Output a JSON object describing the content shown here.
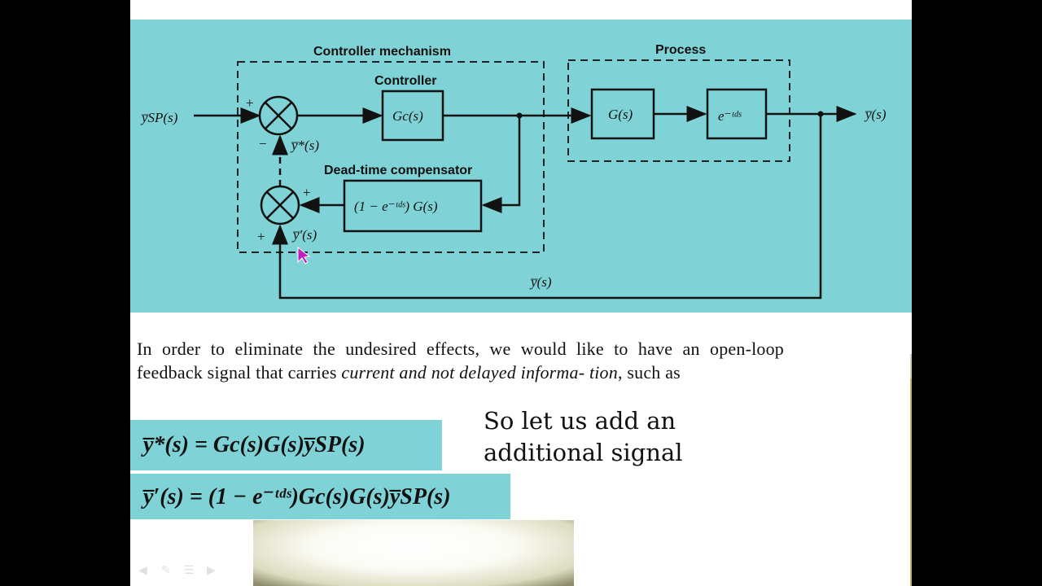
{
  "diagram": {
    "labels": {
      "controller_mechanism": "Controller mechanism",
      "process": "Process",
      "controller": "Controller",
      "dead_time_compensator": "Dead-time compensator"
    },
    "signals": {
      "input": "y̅SP(s)",
      "output": "y̅(s)",
      "feedback": "y̅(s)",
      "y_star": "y̅*(s)",
      "y_prime": "y̅′(s)"
    },
    "blocks": {
      "gc": "Gc(s)",
      "g": "G(s)",
      "delay": "e⁻ᵗᵈˢ",
      "compensator": "(1 − e⁻ᵗᵈˢ) G(s)"
    },
    "signs": {
      "plus": "+",
      "minus": "−"
    }
  },
  "paragraph": {
    "line1": "In order to eliminate the undesired effects, we would like to have an",
    "line2_start": "open-loop feedback signal that carries ",
    "emphasis": "current and not delayed informa-",
    "line3_emph": "tion",
    "line3_end": ", such as"
  },
  "equations": {
    "eq1": "y̅*(s) = Gc(s)G(s)y̅SP(s)",
    "eq2": "y̅′(s) = (1 − e⁻ᵗᵈˢ)Gc(s)G(s)y̅SP(s)"
  },
  "caption": {
    "line1": "So let us add an",
    "line2": "additional signal"
  },
  "nav_icons": [
    "prev-icon",
    "pen-icon",
    "menu-icon",
    "next-icon"
  ],
  "colors": {
    "panel": "#7fd3d6",
    "slide_bg": "#ffffff",
    "frame": "#000000",
    "cursor": "#c020c0"
  }
}
